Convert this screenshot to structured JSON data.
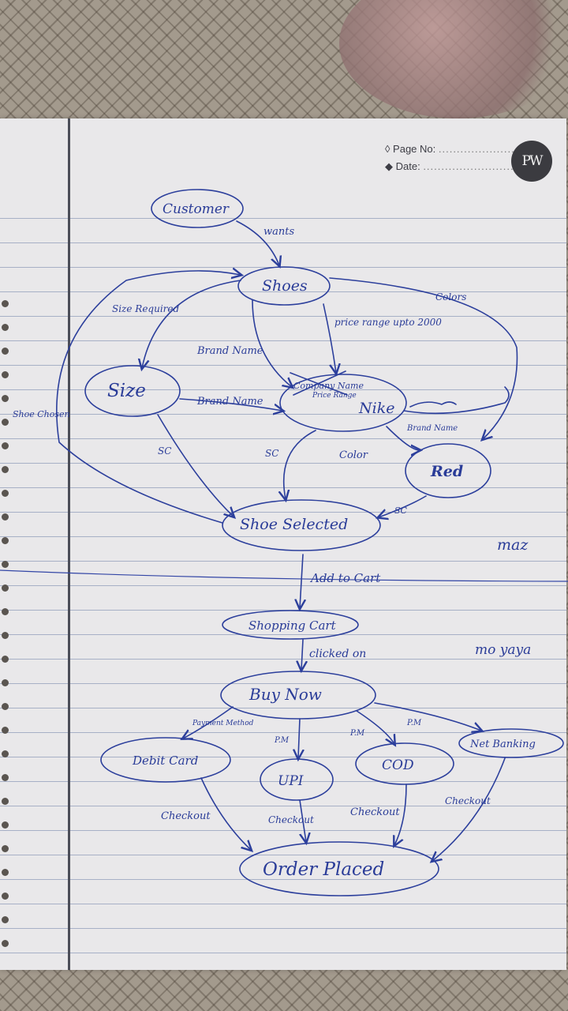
{
  "header": {
    "page_no_label": "Page No:",
    "date_label": "Date:",
    "logo_text": "PW"
  },
  "nodes": {
    "customer": "Customer",
    "shoes": "Shoes",
    "size": "Size",
    "company": "Company Name",
    "nike": "Nike",
    "red": "Red",
    "shoe_selected": "Shoe Selected",
    "shopping_cart": "Shopping Cart",
    "buy_now": "Buy Now",
    "debit_card": "Debit Card",
    "upi": "UPI",
    "cod": "COD",
    "net_banking": "Net Banking",
    "order_placed": "Order Placed"
  },
  "edges": {
    "wants": "wants",
    "size_required": "Size Required",
    "brand_name_1": "Brand Name",
    "colors": "Colors",
    "price_range": "price range upto 2000",
    "brand_name_2": "Brand Name",
    "shoe_chosen": "Shoe Chosen",
    "brand_name_3": "Brand Name",
    "sc_1": "SC",
    "sc_2": "SC",
    "color": "Color",
    "sc_3": "SC",
    "add_to_cart": "Add to Cart",
    "clicked_on": "clicked on",
    "payment_method": "Payment Method",
    "pm_1": "P.M",
    "pm_2": "P.M",
    "pm_3": "P.M",
    "checkout_1": "Checkout",
    "checkout_2": "Checkout",
    "checkout_3": "Checkout",
    "checkout_4": "Checkout",
    "price_range_small": "Price Range"
  },
  "scribbles": [
    "maz",
    "mo yaya"
  ],
  "colors": {
    "ink": "#2c3f9c",
    "paper": "#e9e8ea",
    "margin": "#4b4d58"
  }
}
